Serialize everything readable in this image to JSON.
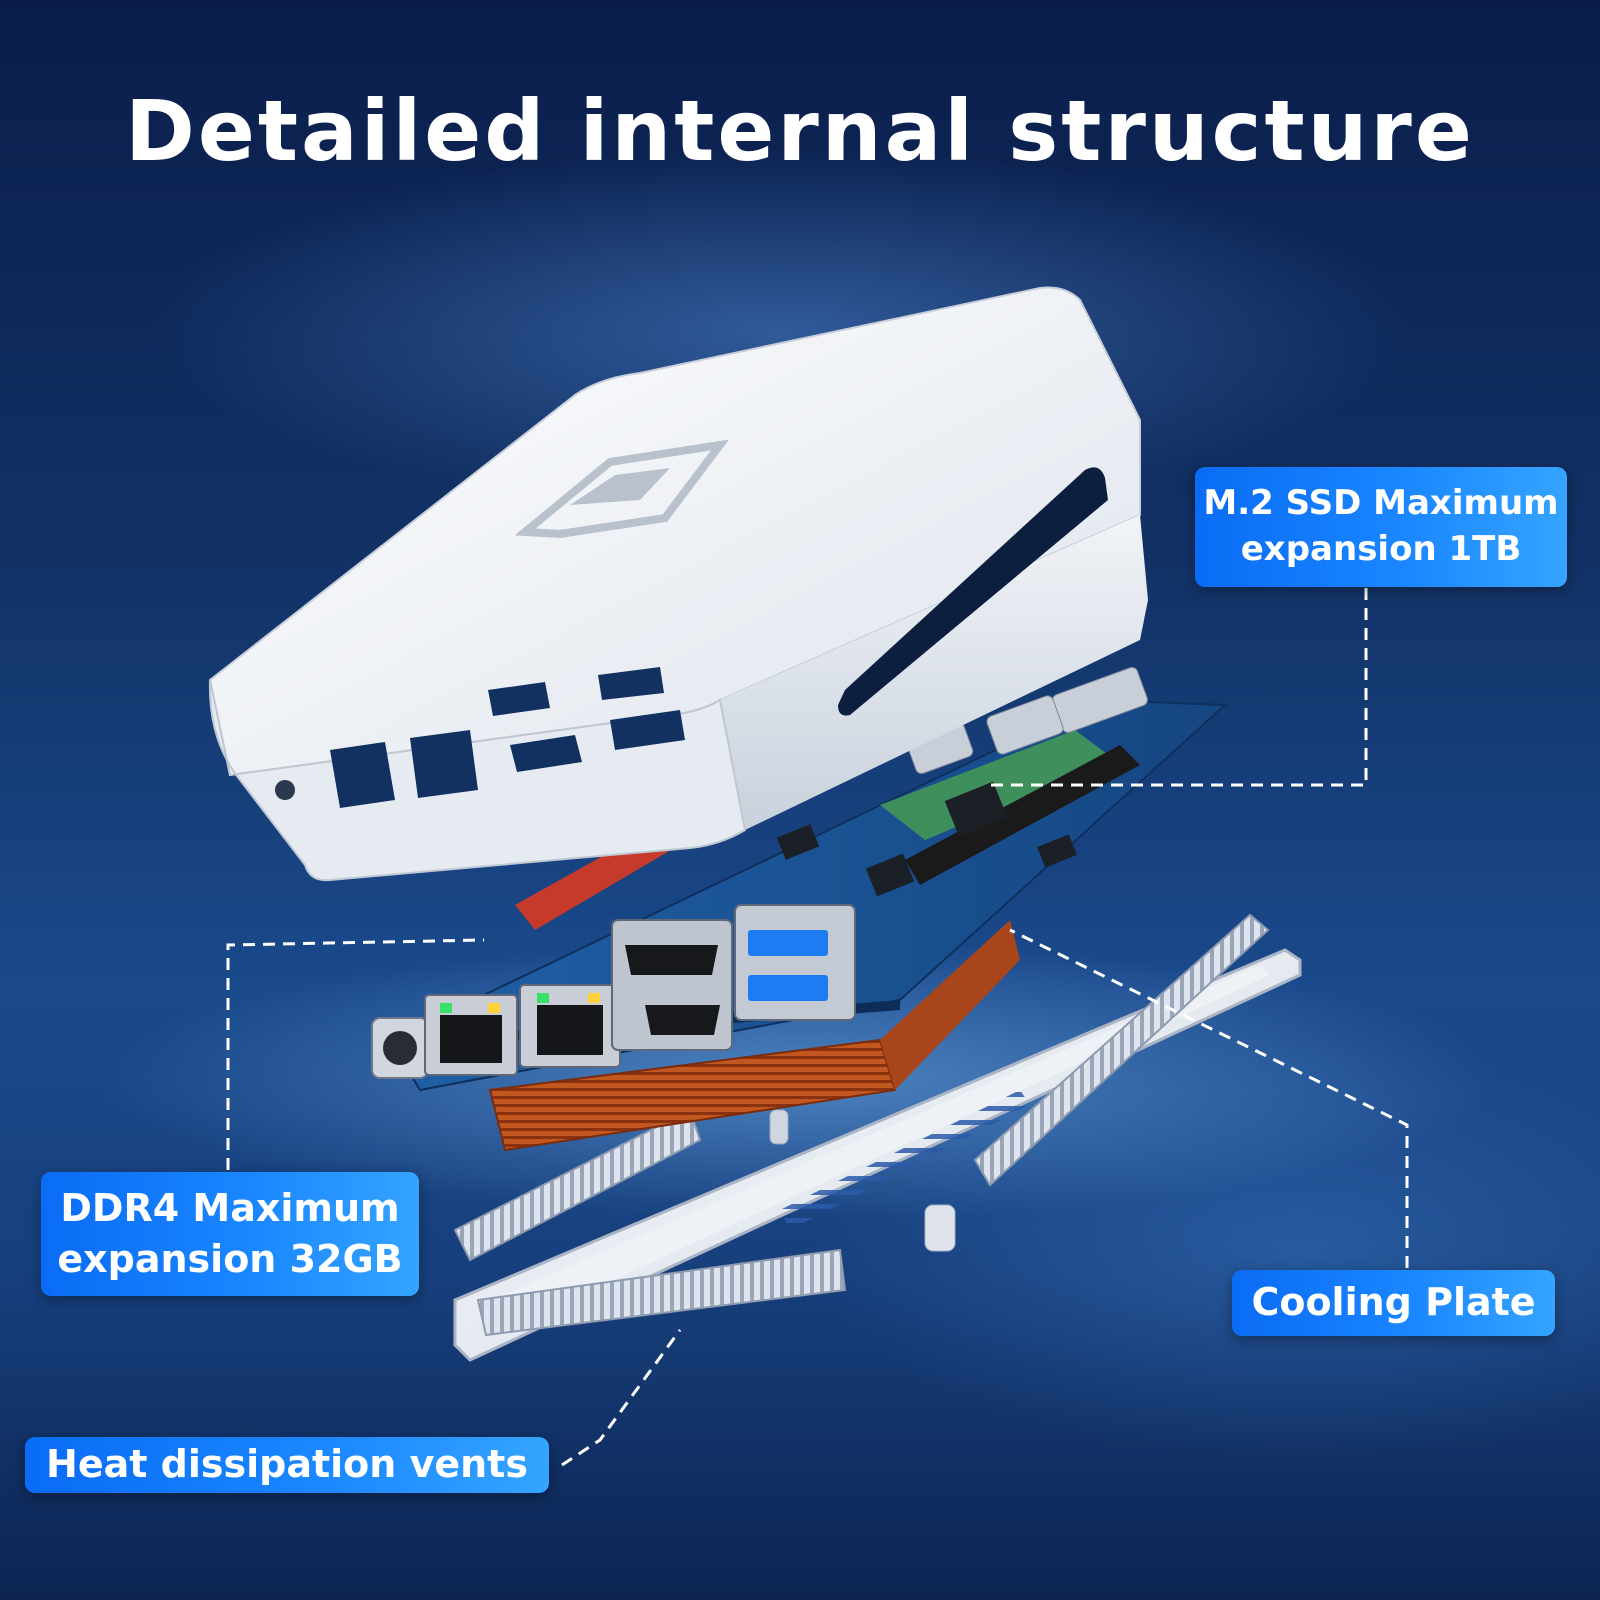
{
  "title": "Detailed internal structure",
  "callouts": {
    "ssd": {
      "line1": "M.2 SSD Maximum",
      "line2": "expansion 1TB"
    },
    "ddr": {
      "line1": "DDR4 Maximum",
      "line2": "expansion 32GB"
    },
    "cooling": {
      "label": "Cooling Plate"
    },
    "vents": {
      "label": "Heat dissipation vents"
    }
  },
  "colors": {
    "callout_blue": "#0a6cf5",
    "case_white": "#e9edf3",
    "pcb_blue": "#1d4f8f",
    "heatsink_copper": "#c2571f"
  }
}
